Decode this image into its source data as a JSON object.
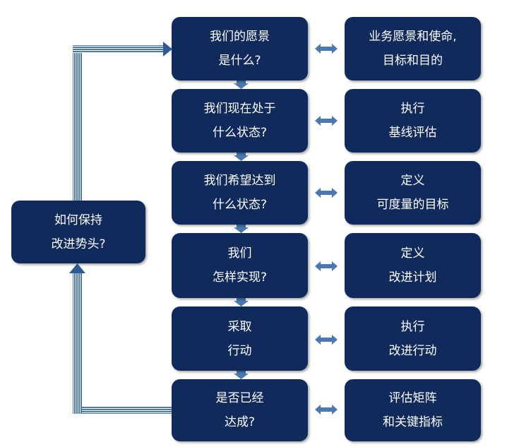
{
  "loop_box": {
    "line1": "如何保持",
    "line2": "改进势头?"
  },
  "steps": [
    {
      "question": [
        "我们的愿景",
        "是什么?"
      ],
      "answer": [
        "业务愿景和使命,",
        "目标和目的"
      ]
    },
    {
      "question": [
        "我们现在处于",
        "什么状态?"
      ],
      "answer": [
        "执行",
        "基线评估"
      ]
    },
    {
      "question": [
        "我们希望达到",
        "什么状态?"
      ],
      "answer": [
        "定义",
        "可度量的目标"
      ]
    },
    {
      "question": [
        "我们",
        "怎样实现?"
      ],
      "answer": [
        "定义",
        "改进计划"
      ]
    },
    {
      "question": [
        "采取",
        "行动"
      ],
      "answer": [
        "执行",
        "改进行动"
      ]
    },
    {
      "question": [
        "是否已经",
        "达成?"
      ],
      "answer": [
        "评估矩阵",
        "和关键指标"
      ]
    }
  ],
  "colors": {
    "box": "#102a5c",
    "arrow": "#4a78b0",
    "text": "#ffffff"
  }
}
